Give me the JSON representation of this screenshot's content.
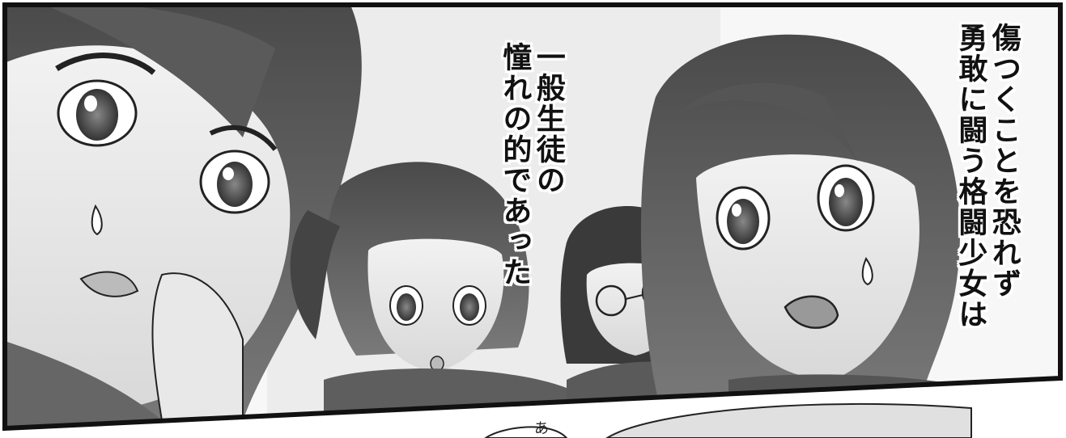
{
  "captions": {
    "left": {
      "line1": "一般生徒の",
      "line2": "憧れの的であった"
    },
    "right": {
      "line1": "傷つくことを恐れず",
      "line2": "勇敢に闘う格闘少女は"
    }
  },
  "sfx": "あ",
  "colors": {
    "panel_border": "#111111",
    "background": "#ffffff"
  }
}
